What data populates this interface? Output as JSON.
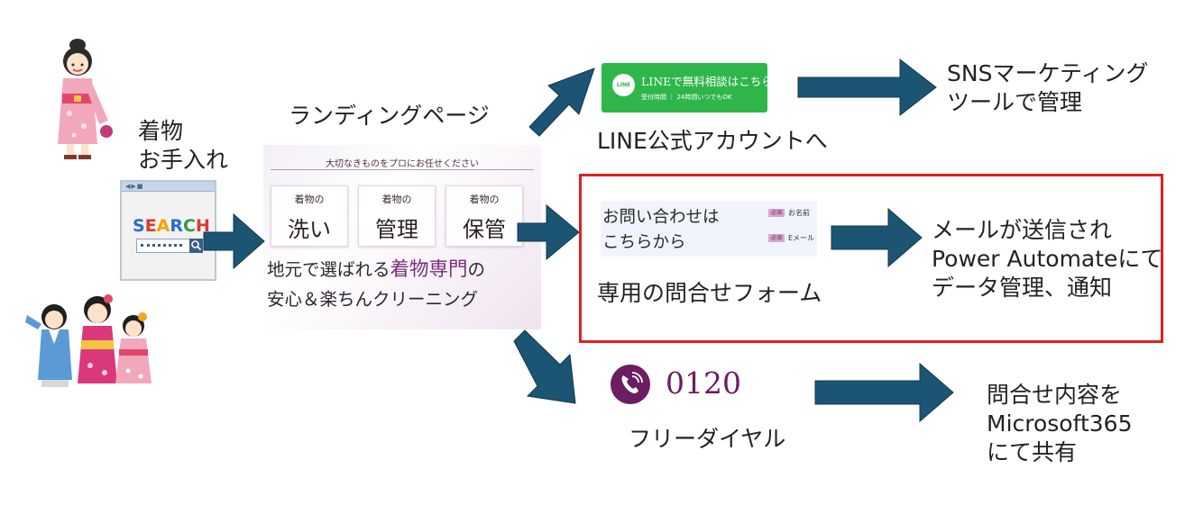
{
  "search_section": {
    "label_line1": "着物",
    "label_line2": "お手入れ",
    "search_word": "SEARCH",
    "search_letter_colors": [
      "#2a6bd1",
      "#d93a2e",
      "#f0a500",
      "#2a6bd1",
      "#2f9e44",
      "#d93a2e"
    ]
  },
  "landing_page": {
    "title": "ランディングページ",
    "tagline": "大切なきものをプロにお任せください",
    "cards": [
      {
        "small": "着物の",
        "big": "洗い"
      },
      {
        "small": "着物の",
        "big": "管理"
      },
      {
        "small": "着物の",
        "big": "保管"
      }
    ],
    "headline_line1_prefix": "地元で選ばれる",
    "headline_line1_accent": "着物専門",
    "headline_line1_suffix": "の",
    "headline_line2": "安心＆楽ちんクリーニング",
    "accent_color": "#7a2d77"
  },
  "line_branch": {
    "button_badge": "LINE",
    "button_title": "LINEで無料相談はこちら",
    "button_sub": "受付時間 ｜ 24時間いつでもOK",
    "caption": "LINE公式アカウントへ",
    "result_line1": "SNSマーケティング",
    "result_line2": "ツールで管理",
    "button_color": "#2fb64a"
  },
  "form_branch": {
    "form_question_line1": "お問い合わせは",
    "form_question_line2": "こちらから",
    "required_badge": "必須",
    "field1_label": "お名前",
    "field2_label": "Eメール",
    "caption": "専用の問合せフォーム",
    "result_line1": "メールが送信され",
    "result_line2": "Power Automateにて",
    "result_line3": "データ管理、通知",
    "highlight_color": "#e02020"
  },
  "phone_branch": {
    "number": "0120",
    "caption": "フリーダイヤル",
    "result_line1": "問合せ内容を",
    "result_line2": "Microsoft365",
    "result_line3": "にて共有",
    "brand_color": "#6b1e62"
  },
  "arrow_color": "#1c5573"
}
